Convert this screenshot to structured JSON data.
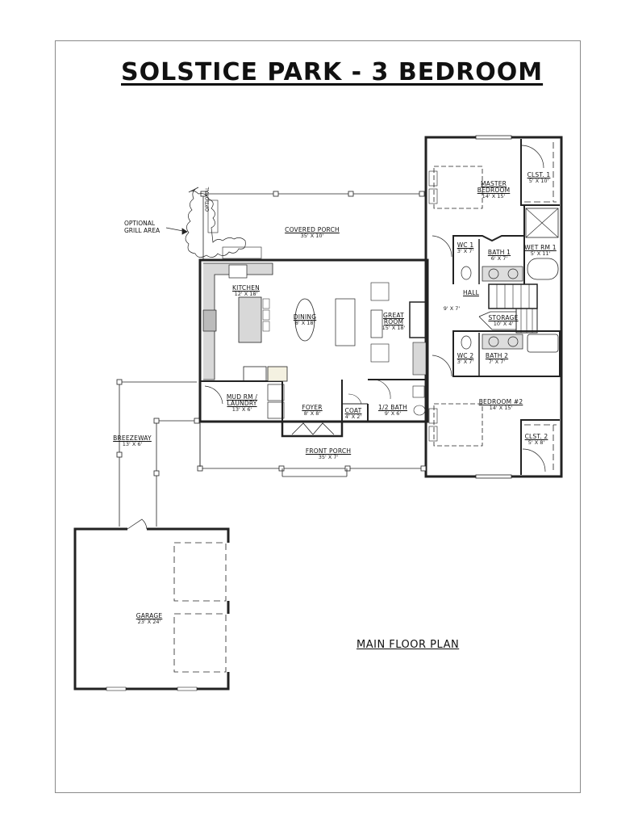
{
  "title": "SOLSTICE PARK - 3 BEDROOM",
  "plan_title": "MAIN FLOOR PLAN",
  "annotations": {
    "grill_note_line1": "OPTIONAL",
    "grill_note_line2": "GRILL AREA",
    "grill_inner_label": "OPTIONAL"
  },
  "rooms": {
    "master_bedroom": {
      "name_line1": "MASTER",
      "name_line2": "BEDROOM",
      "size": "14' X 15'"
    },
    "closet_1": {
      "name": "CLST. 1",
      "size": "5' X 10'"
    },
    "wc_1": {
      "name": "WC 1",
      "size": "3' X 7'"
    },
    "bath_1": {
      "name": "BATH 1",
      "size": "6' X 7'"
    },
    "wet_room_1": {
      "name": "WET RM 1",
      "size": "5' X 11'"
    },
    "hall": {
      "name": "HALL",
      "size": "9' X 7'"
    },
    "storage": {
      "name": "STORAGE",
      "size": "10' X 4'"
    },
    "wc_2": {
      "name": "WC 2",
      "size": "3' X 7'"
    },
    "bath_2": {
      "name": "BATH 2",
      "size": "7' X 7'"
    },
    "bedroom_2": {
      "name": "BEDROOM #2",
      "size": "14' X 15'"
    },
    "closet_2": {
      "name": "CLST. 2",
      "size": "5' X 8'"
    },
    "covered_porch": {
      "name": "COVERED PORCH",
      "size": "35' X 10'"
    },
    "kitchen": {
      "name": "KITCHEN",
      "size": "12' X 18'"
    },
    "dining": {
      "name": "DINING",
      "size": "8' X 18'"
    },
    "great_room": {
      "name_line1": "GREAT",
      "name_line2": "ROOM",
      "size": "15' X 18'"
    },
    "mud_room": {
      "name_line1": "MUD RM /",
      "name_line2": "LAUNDRY",
      "size": "13' X 6'"
    },
    "foyer": {
      "name": "FOYER",
      "size": "8' X 8'"
    },
    "coat": {
      "name": "COAT",
      "size": "4' X 2'"
    },
    "half_bath": {
      "name": "1/2 BATH",
      "size": "9' X 6'"
    },
    "front_porch": {
      "name": "FRONT PORCH",
      "size": "35' X 7'"
    },
    "breezeway": {
      "name": "BREEZEWAY",
      "size": "13' X 6'"
    },
    "garage": {
      "name": "GARAGE",
      "size": "23' X 24'"
    }
  }
}
